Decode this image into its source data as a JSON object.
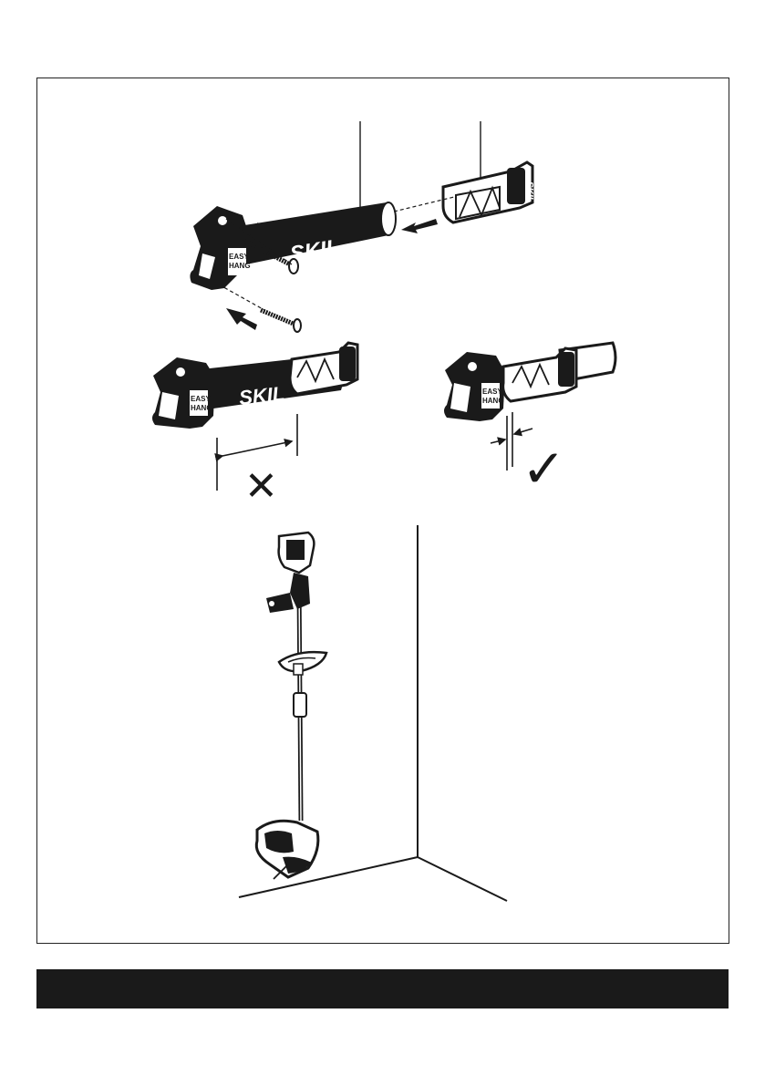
{
  "figure": {
    "brand_text": "SKIL",
    "bracket_label_line1": "EASY",
    "bracket_label_line2": "HANG",
    "wrong_mark": "✕",
    "right_mark": "✓"
  },
  "colors": {
    "ink": "#1a1a1a",
    "footer_bar": "#1a1a1a",
    "background": "#ffffff"
  }
}
